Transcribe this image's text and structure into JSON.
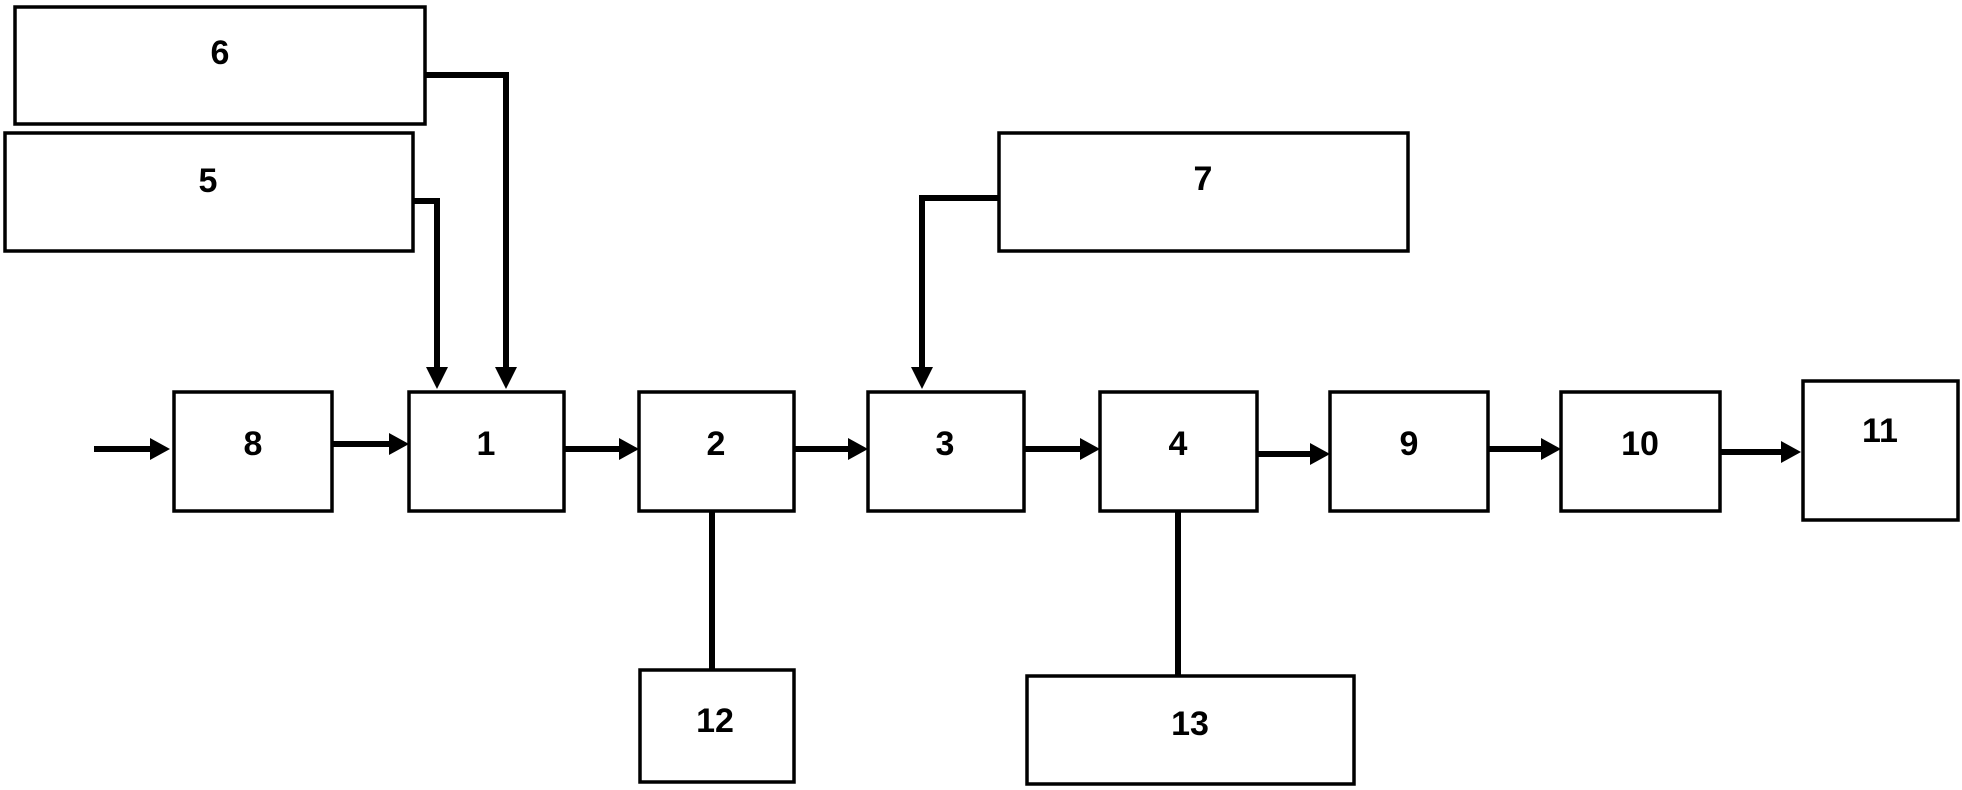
{
  "diagram": {
    "blocks": [
      {
        "id": "b8",
        "label": "8"
      },
      {
        "id": "b1",
        "label": "1"
      },
      {
        "id": "b2",
        "label": "2"
      },
      {
        "id": "b3",
        "label": "3"
      },
      {
        "id": "b4",
        "label": "4"
      },
      {
        "id": "b9",
        "label": "9"
      },
      {
        "id": "b10",
        "label": "10"
      },
      {
        "id": "b11",
        "label": "11"
      },
      {
        "id": "b5",
        "label": "5"
      },
      {
        "id": "b6",
        "label": "6"
      },
      {
        "id": "b7",
        "label": "7"
      },
      {
        "id": "b12",
        "label": "12"
      },
      {
        "id": "b13",
        "label": "13"
      }
    ],
    "connections": [
      {
        "from": "input",
        "to": "8"
      },
      {
        "from": "8",
        "to": "1"
      },
      {
        "from": "1",
        "to": "2"
      },
      {
        "from": "2",
        "to": "3"
      },
      {
        "from": "3",
        "to": "4"
      },
      {
        "from": "4",
        "to": "9"
      },
      {
        "from": "9",
        "to": "10"
      },
      {
        "from": "10",
        "to": "11"
      },
      {
        "from": "5",
        "to": "1"
      },
      {
        "from": "6",
        "to": "1"
      },
      {
        "from": "7",
        "to": "3"
      },
      {
        "from": "2",
        "to": "12"
      },
      {
        "from": "4",
        "to": "13"
      }
    ],
    "colors": {
      "stroke": "#000000",
      "background": "#ffffff"
    }
  }
}
